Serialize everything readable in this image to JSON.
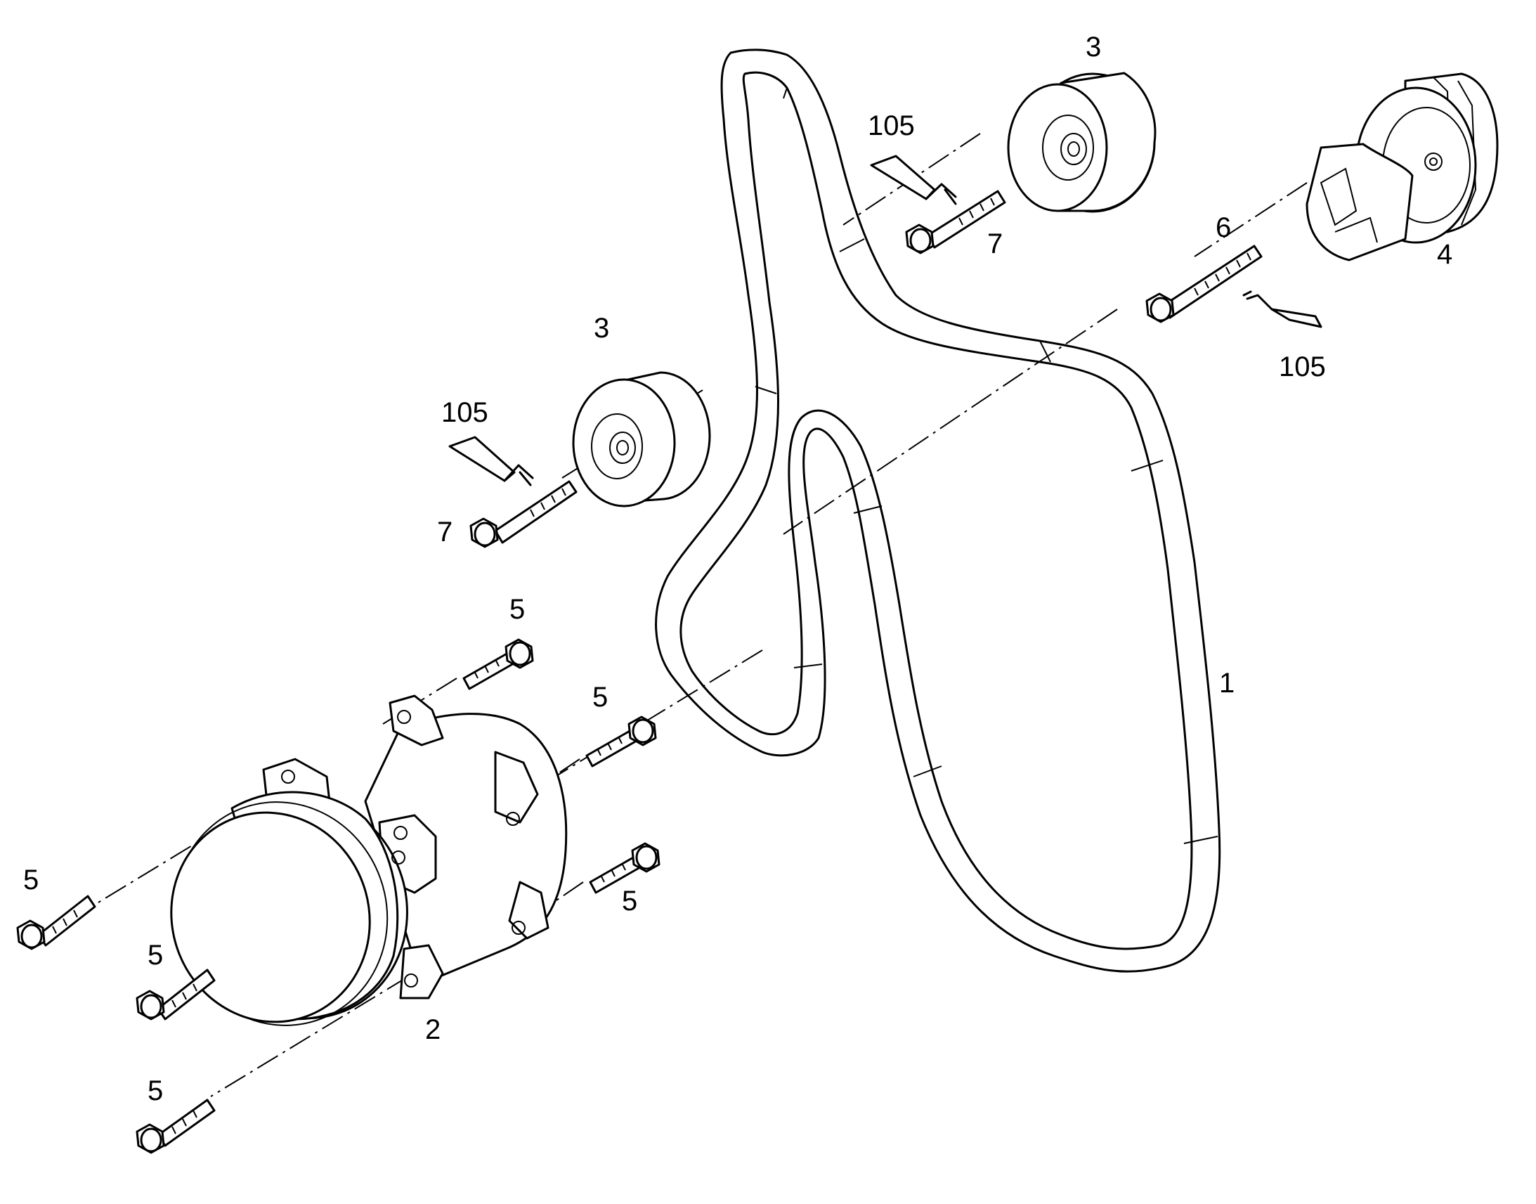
{
  "callouts": {
    "belt": "1",
    "compressor": "2",
    "idler_upper": "3",
    "idler_lower": "3",
    "tensioner": "4",
    "bolt_top": "5",
    "bolt_mid": "5",
    "bolt_right": "5",
    "bolt_left": "5",
    "bolt_left_low": "5",
    "bolt_bottom": "5",
    "tensioner_bolt": "6",
    "idler_bolt_upper": "7",
    "idler_bolt_lower": "7",
    "adhesive_upper": "105",
    "adhesive_lower": "105",
    "adhesive_right": "105"
  }
}
